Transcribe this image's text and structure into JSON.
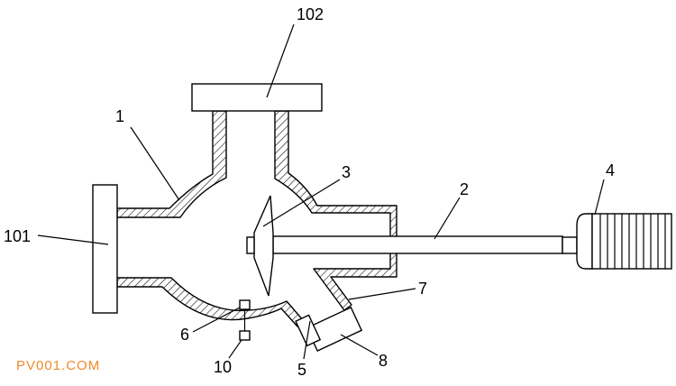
{
  "figure": {
    "labels": [
      "102",
      "1",
      "3",
      "2",
      "4",
      "101",
      "6",
      "7",
      "5",
      "8",
      "10"
    ]
  },
  "watermark": "PV001.COM",
  "colors": {
    "line": "#000000",
    "background": "#ffffff",
    "watermark": "#ef8a2a"
  }
}
